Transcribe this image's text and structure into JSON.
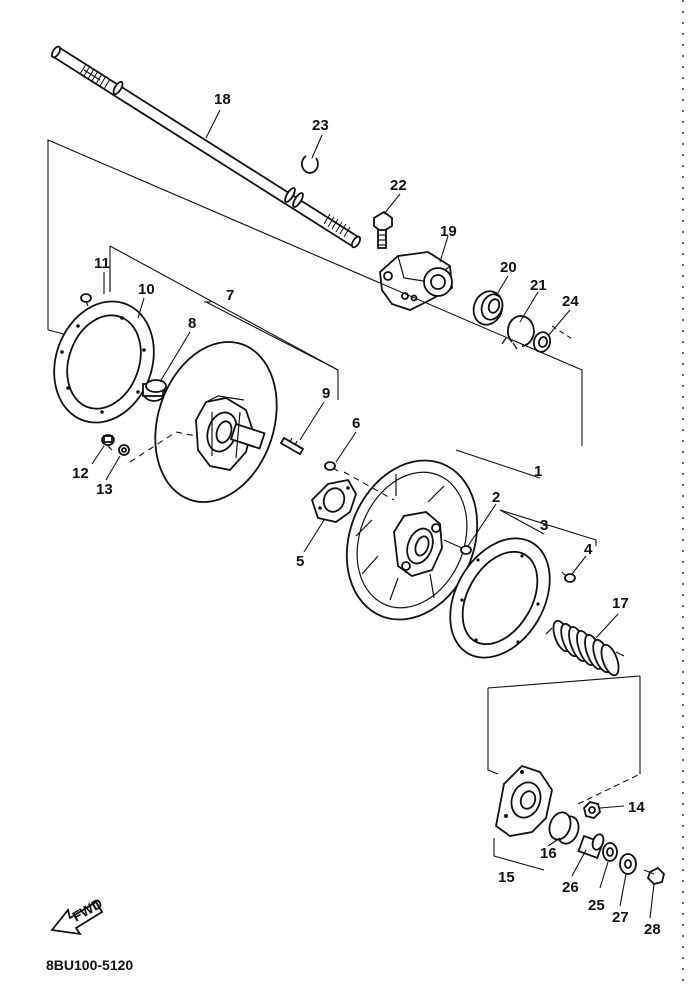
{
  "diagram": {
    "part_numbers": [
      "1",
      "2",
      "3",
      "4",
      "5",
      "6",
      "7",
      "8",
      "9",
      "10",
      "11",
      "12",
      "13",
      "14",
      "15",
      "16",
      "17",
      "18",
      "19",
      "20",
      "21",
      "22",
      "23",
      "24",
      "25",
      "26",
      "27",
      "28"
    ],
    "fwd_label": "FWD",
    "figure_code": "8BU100-5120"
  },
  "colors": {
    "line": "#111111",
    "background": "#ffffff"
  }
}
